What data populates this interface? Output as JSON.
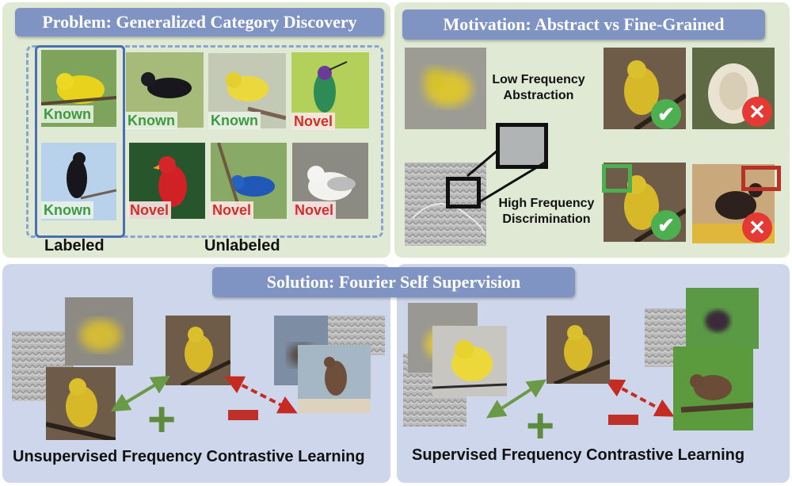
{
  "problem": {
    "title": "Problem: Generalized Category Discovery",
    "labeled_caption": "Labeled",
    "unlabeled_caption": "Unlabeled",
    "tags": [
      "Known",
      "Known",
      "Known",
      "Novel",
      "Known",
      "Novel",
      "Novel",
      "Novel"
    ]
  },
  "motivation": {
    "title": "Motivation: Abstract vs Fine-Grained",
    "low_label_1": "Low Frequency",
    "low_label_2": "Abstraction",
    "high_label_1": "High Frequency",
    "high_label_2": "Discrimination"
  },
  "solution": {
    "title": "Solution: Fourier Self Supervision",
    "left_caption": "Unsupervised Frequency Contrastive Learning",
    "right_caption": "Supervised Frequency Contrastive Learning"
  },
  "colors": {
    "green_panel": "#dfe9d3",
    "blue_panel": "#cdd6ea",
    "title_pill": "#7f94c3",
    "known": "#3e9a42",
    "novel": "#d0302a",
    "positive_arrow": "#6a9a45",
    "negative_arrow": "#c62b22"
  }
}
